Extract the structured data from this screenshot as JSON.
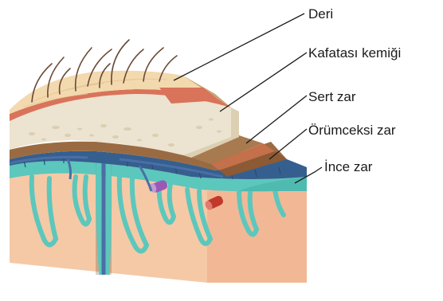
{
  "labels": [
    {
      "id": "skin",
      "text": "Deri"
    },
    {
      "id": "skull",
      "text": "Kafatası kemiği"
    },
    {
      "id": "dura",
      "text": "Sert zar"
    },
    {
      "id": "arachnoid",
      "text": "Örümceksi zar"
    },
    {
      "id": "pia",
      "text": "İnce zar"
    }
  ],
  "colors": {
    "skin": "#f3d9ae",
    "skin_edge": "#c9a274",
    "skin_red": "#d9735a",
    "skull": "#ece3d0",
    "dura": "#9a6b42",
    "dura_stripe": "#c4704a",
    "arachnoid": "#355f8f",
    "pia": "#5cc7bc",
    "brain": "#f5c9a6",
    "vein_blue": "#4a6fa5",
    "vein_purple": "#9b59b6",
    "vein_red": "#c0392b"
  }
}
